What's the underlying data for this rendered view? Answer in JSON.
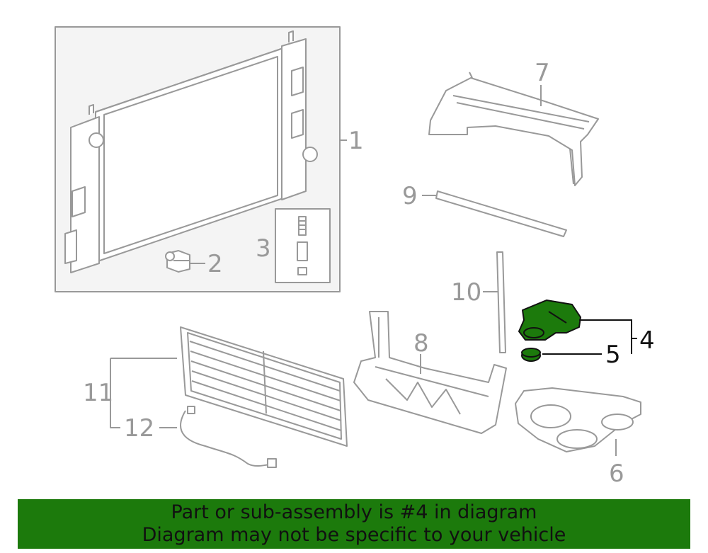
{
  "colors": {
    "line": "#999999",
    "highlight": "#1c7a0c",
    "highlight_outline": "#111111",
    "banner_bg": "#1c7a0c",
    "banner_text": "#111111"
  },
  "callouts": {
    "c1": "1",
    "c2": "2",
    "c3": "3",
    "c4": "4",
    "c5": "5",
    "c6": "6",
    "c7": "7",
    "c8": "8",
    "c9": "9",
    "c10": "10",
    "c11": "11",
    "c12": "12"
  },
  "highlighted_part": "4",
  "banner": {
    "line1": "Part or sub-assembly is #4 in diagram",
    "line2": "Diagram may not be specific to your vehicle"
  }
}
